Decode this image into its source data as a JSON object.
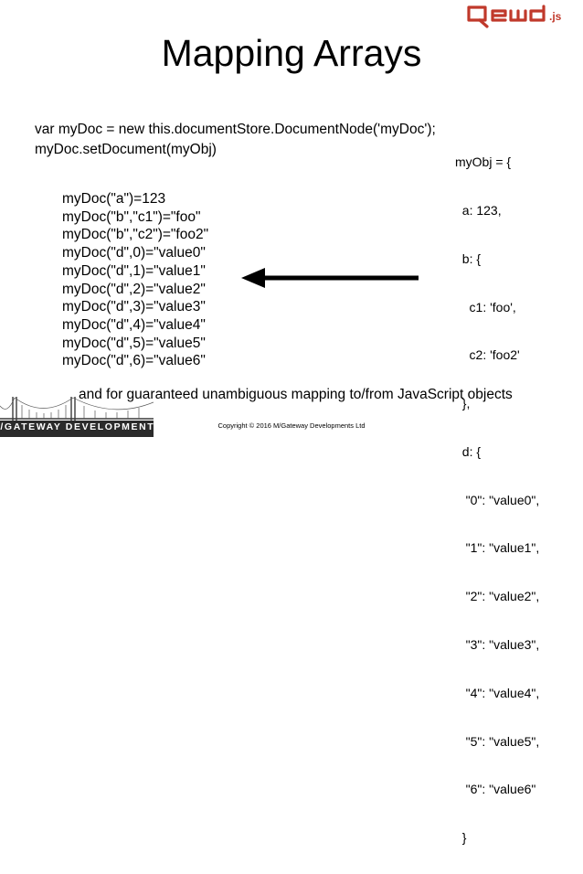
{
  "brand": {
    "logo_text": "Qewd.js",
    "accent_color": "#c0392b",
    "company_logo_text": "M/GATEWAY DEVELOPMENTS"
  },
  "slide": {
    "title": "Mapping Arrays",
    "code_lines": [
      "var myDoc = new this.documentStore.DocumentNode('myDoc');",
      "myDoc.setDocument(myObj)"
    ],
    "object_literal": [
      "myObj = {",
      "  a: 123,",
      "  b: {",
      "    c1: 'foo',",
      "    c2: 'foo2'",
      "  },",
      "  d: {",
      "   \"0\": \"value0\",",
      "   \"1\": \"value1\",",
      "   \"2\": \"value2\",",
      "   \"3\": \"value3\",",
      "   \"4\": \"value4\",",
      "   \"5\": \"value5\",",
      "   \"6\": \"value6\"",
      "  }",
      "}"
    ],
    "mapped_calls": [
      "myDoc(\"a\")=123",
      "myDoc(\"b\",\"c1\")=\"foo\"",
      "myDoc(\"b\",\"c2\")=\"foo2\"",
      "myDoc(\"d\",0)=\"value0\"",
      "myDoc(\"d\",1)=\"value1\"",
      "myDoc(\"d\",2)=\"value2\"",
      "myDoc(\"d\",3)=\"value3\"",
      "myDoc(\"d\",4)=\"value4\"",
      "myDoc(\"d\",5)=\"value5\"",
      "myDoc(\"d\",6)=\"value6\""
    ],
    "footer_note": "and for guaranteed unambiguous mapping to/from JavaScript objects",
    "copyright": "Copyright © 2016 M/Gateway Developments Ltd"
  }
}
